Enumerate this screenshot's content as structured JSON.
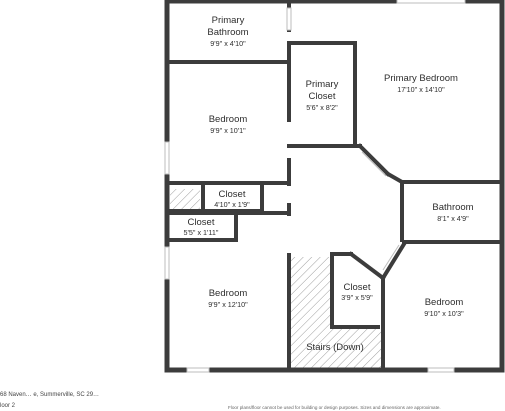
{
  "rooms": {
    "primary_bathroom": {
      "name_lines": [
        "Primary",
        "Bathroom"
      ],
      "dims": "9'9\" x 4'10\""
    },
    "primary_closet": {
      "name_lines": [
        "Primary",
        "Closet"
      ],
      "dims": "5'6\" x 8'2\""
    },
    "primary_bedroom": {
      "name_lines": [
        "Primary Bedroom"
      ],
      "dims": "17'10\" x 14'10\""
    },
    "bedroom_1": {
      "name_lines": [
        "Bedroom"
      ],
      "dims": "9'9\" x 10'1\""
    },
    "closet_1": {
      "name_lines": [
        "Closet"
      ],
      "dims": "4'10\" x 1'9\""
    },
    "closet_2": {
      "name_lines": [
        "Closet"
      ],
      "dims": "5'5\" x 1'11\""
    },
    "bathroom": {
      "name_lines": [
        "Bathroom"
      ],
      "dims": "8'1\" x 4'9\""
    },
    "bedroom_2": {
      "name_lines": [
        "Bedroom"
      ],
      "dims": "9'9\" x 12'10\""
    },
    "closet_3": {
      "name_lines": [
        "Closet"
      ],
      "dims": "3'9\" x 5'9\""
    },
    "bedroom_3": {
      "name_lines": [
        "Bedroom"
      ],
      "dims": "9'10\" x 10'3\""
    },
    "stairs": {
      "name_lines": [
        "Stairs (Down)"
      ],
      "dims": ""
    }
  },
  "footer": {
    "address": "68 Naven… e, Summerville, SC 29…",
    "floor": "loor 2",
    "disclaimer": "Floor plans/floor cannot be used for building or design purposes. Sizes and dimensions are approximate."
  },
  "colors": {
    "wall": "#3c3c3c",
    "hatch": "#9e9e9e",
    "window": "#bdbdbd"
  }
}
